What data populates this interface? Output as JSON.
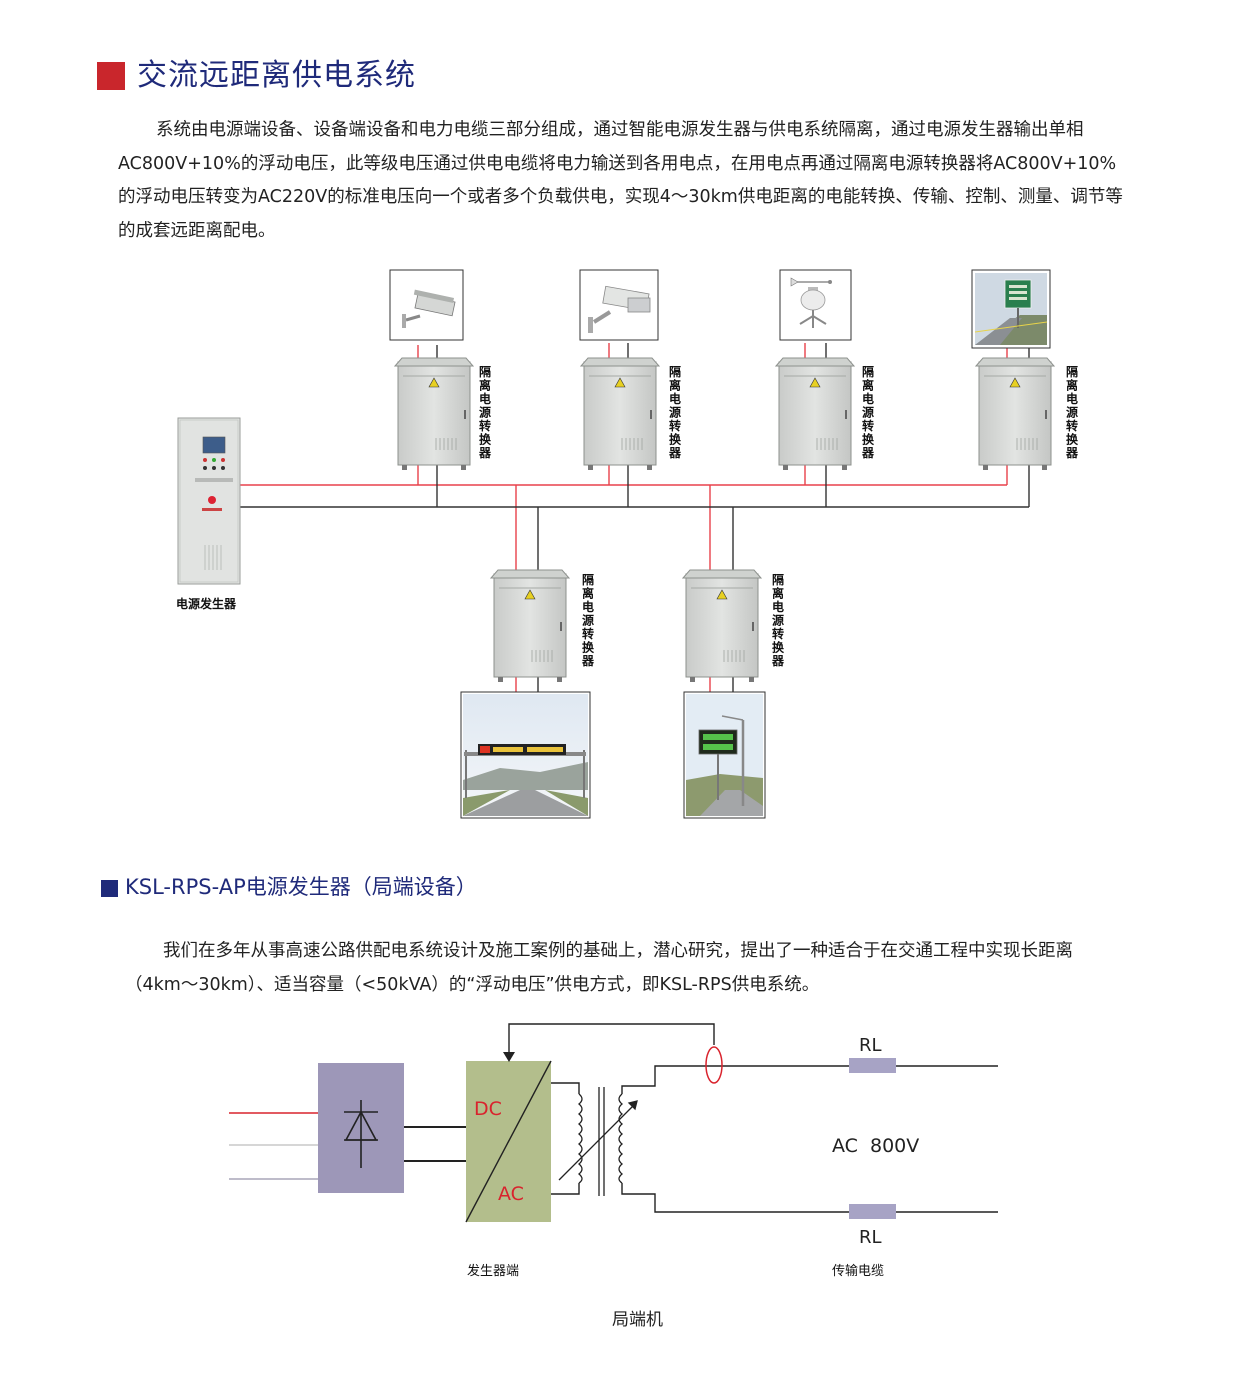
{
  "section1": {
    "title": "交流远距离供电系统",
    "paragraph": "系统由电源端设备、设备端设备和电力电缆三部分组成，通过智能电源发生器与供电系统隔离，通过电源发生器输出单相AC800V+10%的浮动电压，此等级电压通过供电电缆将电力输送到各用电点，在用电点再通过隔离电源转换器将AC800V+10%的浮动电压转变为AC220V的标准电压向一个或者多个负载供电，实现4～30km供电距离的电能转换、传输、控制、测量、调节等的成套远距离配电。"
  },
  "diagram1": {
    "generator_label": "电源发生器",
    "converter_label": "隔离电源转换器",
    "top_devices": [
      "camera-box-icon",
      "camera-box-icon",
      "weather-station-icon",
      "road-sign-icon"
    ],
    "bottom_devices": [
      "highway-gantry-icon",
      "roadside-sign-icon"
    ],
    "colors": {
      "phase_line": "#e8414b",
      "neutral_line": "#333333",
      "cabinet": "#d9dbd9"
    }
  },
  "section2": {
    "title": "KSL-RPS-AP电源发生器（局端设备）",
    "paragraph": "我们在多年从事高速公路供配电系统设计及施工案例的基础上，潜心研究，提出了一种适合于在交通工程中实现长距离（4km～30km）、适当容量（<50kVA）的“浮动电压”供电方式，即KSL-RPS供电系统。"
  },
  "diagram2": {
    "dc": "DC",
    "ac": "AC",
    "rl_top": "RL",
    "rl_bottom": "RL",
    "voltage": "AC  800V",
    "generator_end": "发生器端",
    "cable": "传输电缆",
    "caption": "局端机",
    "colors": {
      "rectifier_box": "#9d97b8",
      "inverter_box": "#b3be8c",
      "resistor": "#a7a3c5",
      "accent_red": "#d9232d"
    }
  }
}
